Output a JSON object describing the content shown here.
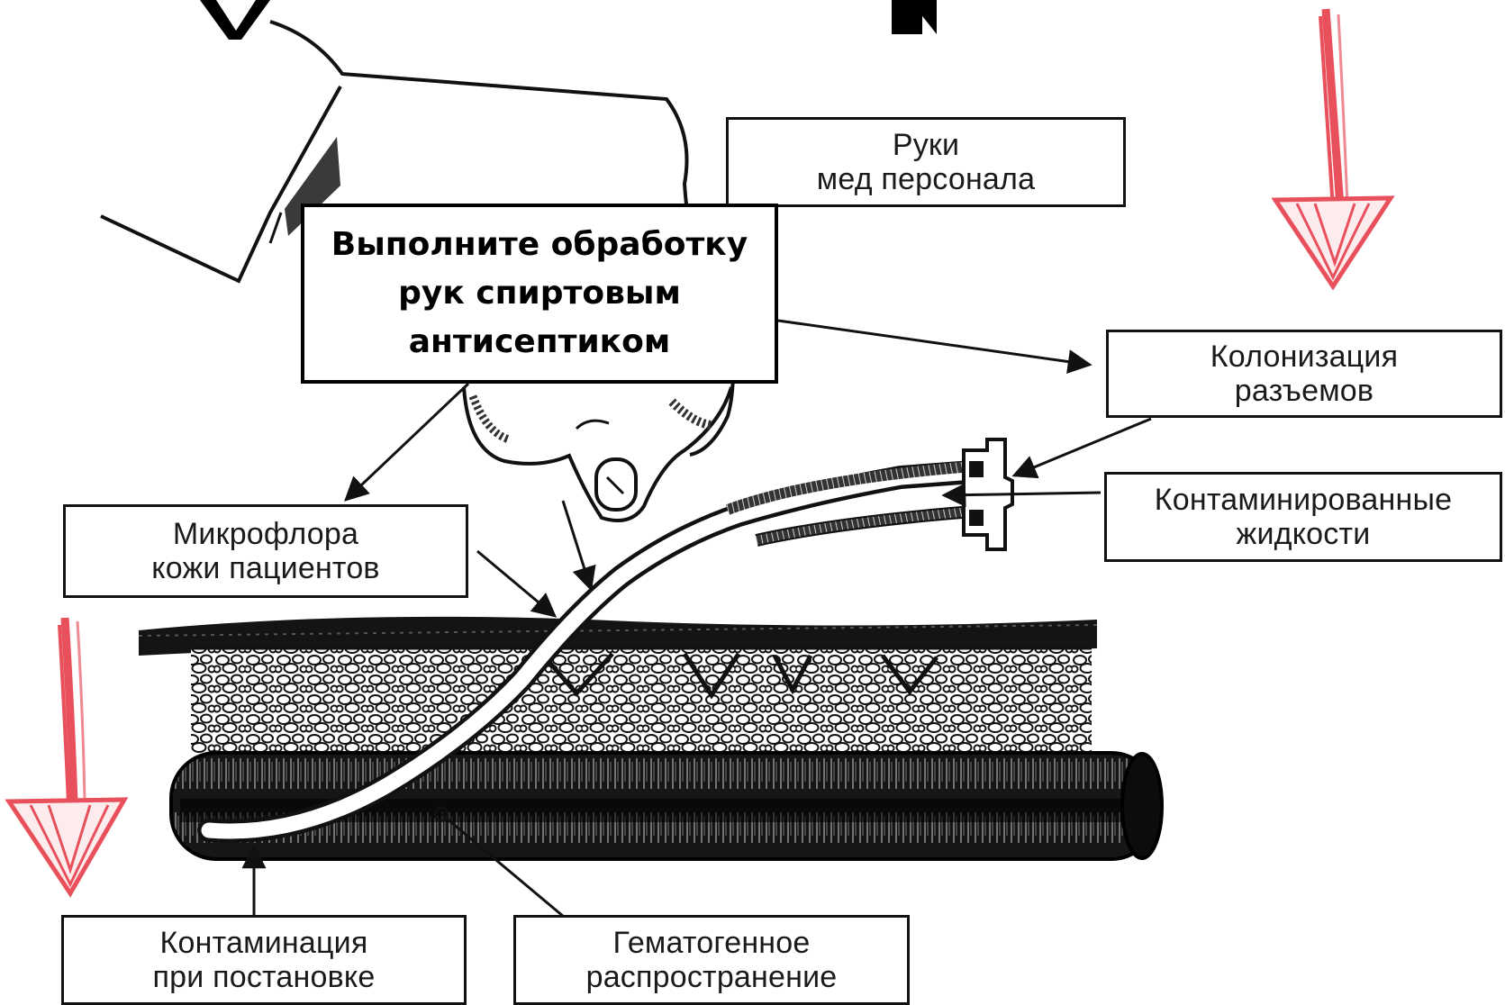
{
  "callout": {
    "lines": [
      "Выполните обработку",
      "рук спиртовым",
      "антисептиком"
    ]
  },
  "labels": {
    "hands": [
      "Руки",
      "мед  персонала"
    ],
    "colonization": [
      "Колонизация",
      "разъемов"
    ],
    "fluids": [
      "Контаминированные",
      "жидкости"
    ],
    "skin_flora": [
      "Микрофлора",
      "кожи пациентов"
    ],
    "insertion": [
      "Контаминация",
      "при постановке"
    ],
    "hematogenous": [
      "Гематогенное",
      "распространение"
    ]
  },
  "icons": {
    "red_arrow_right": "red-down-arrow-icon",
    "red_arrow_left": "red-down-arrow-icon"
  },
  "colors": {
    "red_arrow": "#e8505b",
    "ink": "#111111"
  }
}
